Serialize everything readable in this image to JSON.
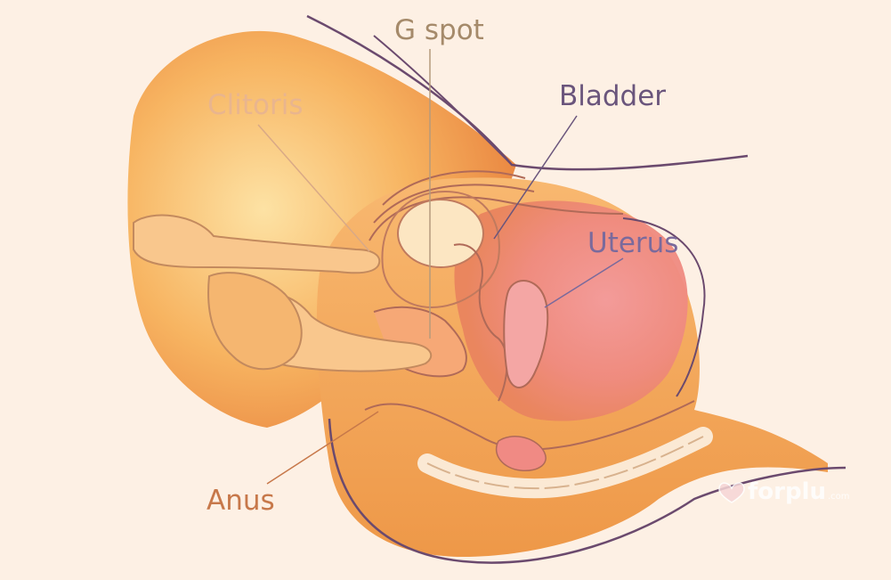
{
  "labels": {
    "g_spot": "G spot",
    "clitoris": "Clitoris",
    "bladder": "Bladder",
    "uterus": "Uterus",
    "anus": "Anus"
  },
  "watermark": {
    "text": "forplu",
    "suffix": ".com",
    "icon": "heart-icon"
  },
  "colors": {
    "background": "#fdf0e4",
    "body_light": "#fbd28a",
    "body_dark": "#e8863a",
    "uterus": "#f08a84",
    "outline": "#6b4a6e",
    "label_gspot": "#a58a6a",
    "label_clitoris": "#e9b58e",
    "label_bladder": "#6a557c",
    "label_uterus": "#7a6a9c",
    "label_anus": "#c7784a"
  }
}
